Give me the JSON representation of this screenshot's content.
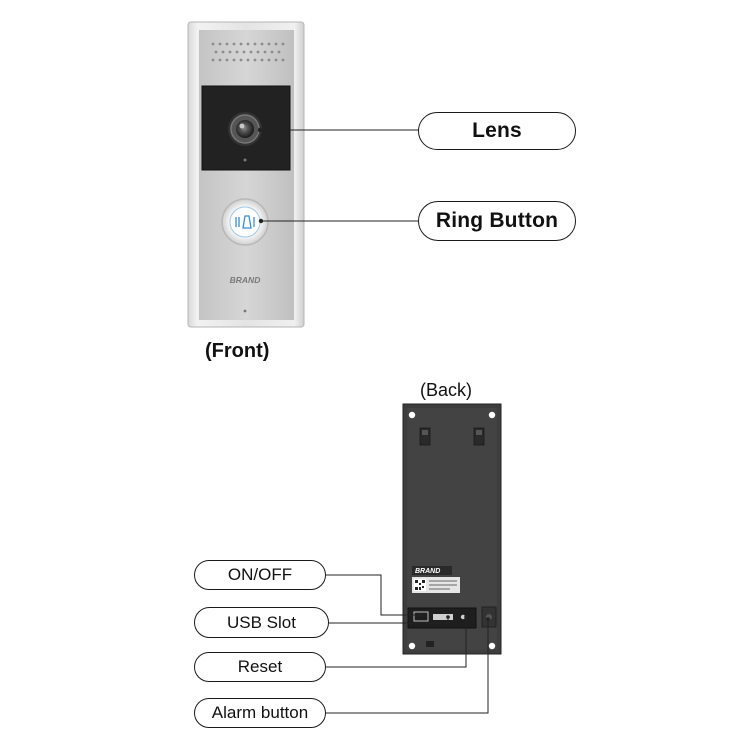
{
  "front": {
    "caption": "(Front)",
    "brand": "BRAND",
    "labels": {
      "lens": "Lens",
      "ring_button": "Ring Button"
    }
  },
  "back": {
    "caption": "(Back)",
    "brand": "BRAND",
    "labels": {
      "on_off": "ON/OFF",
      "usb_slot": "USB Slot",
      "reset": "Reset",
      "alarm_button": "Alarm button"
    }
  }
}
